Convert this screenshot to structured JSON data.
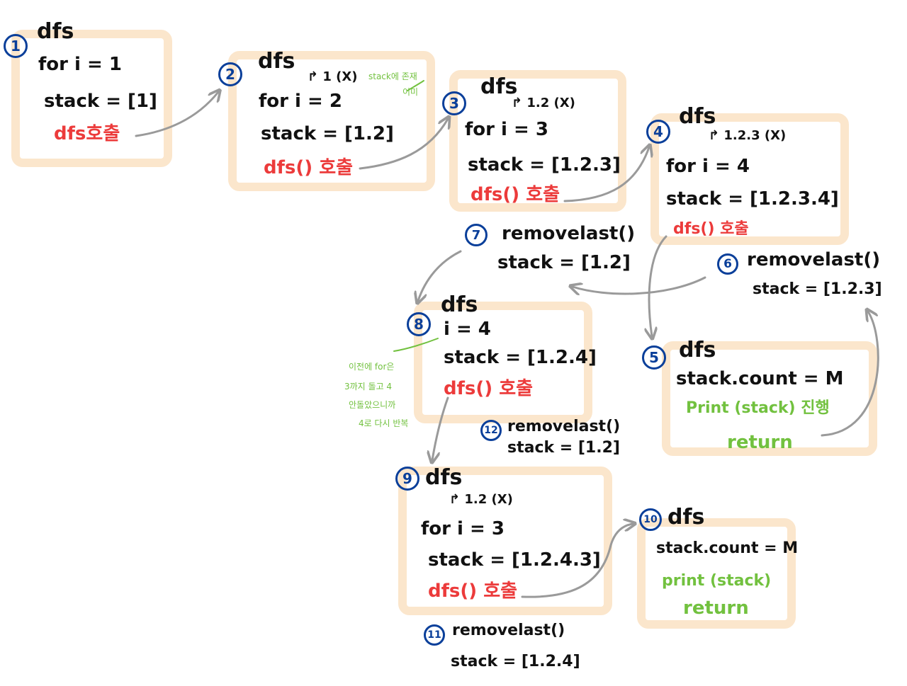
{
  "colors": {
    "box": "#fbe6cc",
    "arrow": "#9a9a9a",
    "badge": "#0a3f9a",
    "call": "#ec3b3b",
    "note": "#72c13f",
    "ink": "#111111"
  },
  "steps": [
    {
      "badge": "1",
      "title": "dfs",
      "lines": [
        "for i = 1",
        "stack = [1]"
      ],
      "call": "dfs호출"
    },
    {
      "badge": "2",
      "title": "dfs",
      "note": "↱ 1 (X)",
      "side_note": "stack에 존재",
      "side_note2": "이미",
      "lines": [
        "for i = 2",
        "stack = [1.2]"
      ],
      "call": "dfs() 호출"
    },
    {
      "badge": "3",
      "title": "dfs",
      "note": "↱ 1.2 (X)",
      "lines": [
        "for i = 3",
        "stack = [1.2.3]"
      ],
      "call": "dfs() 호출"
    },
    {
      "badge": "4",
      "title": "dfs",
      "note": "↱ 1.2.3 (X)",
      "lines": [
        "for i = 4",
        "stack = [1.2.3.4]"
      ],
      "call": "dfs() 호출"
    },
    {
      "badge": "5",
      "title": "dfs",
      "lines": [
        "stack.count = M"
      ],
      "print": "Print (stack) 진행",
      "ret": "return"
    },
    {
      "badge": "6",
      "title": "removelast()",
      "lines": [
        "stack = [1.2.3]"
      ]
    },
    {
      "badge": "7",
      "title": "removelast()",
      "lines": [
        "stack = [1.2]"
      ]
    },
    {
      "badge": "8",
      "title": "dfs",
      "lines": [
        "i = 4",
        "stack = [1.2.4]"
      ],
      "call": "dfs() 호출",
      "side_notes": [
        "이전에 for은",
        "3까지 돌고 4",
        "안돌았으니까",
        "4로 다시 반복"
      ]
    },
    {
      "badge": "9",
      "title": "dfs",
      "note": "↱ 1.2 (X)",
      "lines": [
        "for i = 3",
        "stack = [1.2.4.3]"
      ],
      "call": "dfs() 호출"
    },
    {
      "badge": "10",
      "title": "dfs",
      "lines": [
        "stack.count = M"
      ],
      "print": "print (stack)",
      "ret": "return"
    },
    {
      "badge": "11",
      "title": "removelast()",
      "lines": [
        "stack = [1.2.4]"
      ]
    },
    {
      "badge": "12",
      "title": "removelast()",
      "lines": [
        "stack = [1.2]"
      ]
    }
  ]
}
